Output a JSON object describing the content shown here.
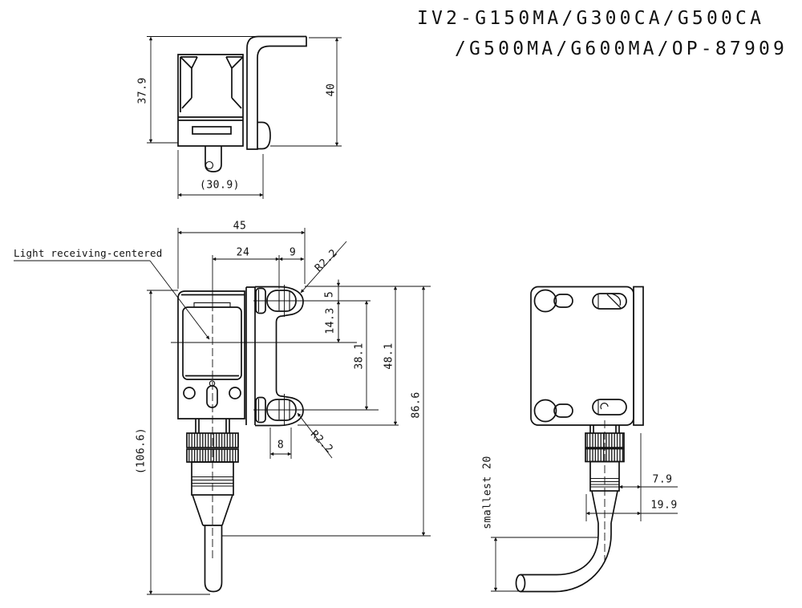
{
  "title": {
    "line1": "IV2-G150MA/G300CA/G500CA",
    "line2": "/G500MA/G600MA/OP-87909"
  },
  "top_view": {
    "dim_body_height": "37.9",
    "dim_bracket_height": "40",
    "dim_overall_width": "(30.9)"
  },
  "front_view": {
    "light_label": "Light receiving-centered",
    "dim_width": "45",
    "dim_lens_center": "24",
    "dim_hole_offset": "9",
    "radius_top": "R2.2",
    "dim_top_to_hole": "5",
    "dim_hole_to_center": "14.3",
    "dim_hole_pitch": "38.1",
    "dim_bracket_height": "48.1",
    "dim_to_connector": "86.6",
    "dim_slot": "8",
    "radius_bottom": "R2.2",
    "dim_overall_height": "(106.6)"
  },
  "side_view": {
    "bend_label": "smallest 20",
    "dim_offset": "7.9",
    "dim_depth": "19.9"
  },
  "colors": {
    "line": "#111111",
    "background": "#ffffff"
  }
}
